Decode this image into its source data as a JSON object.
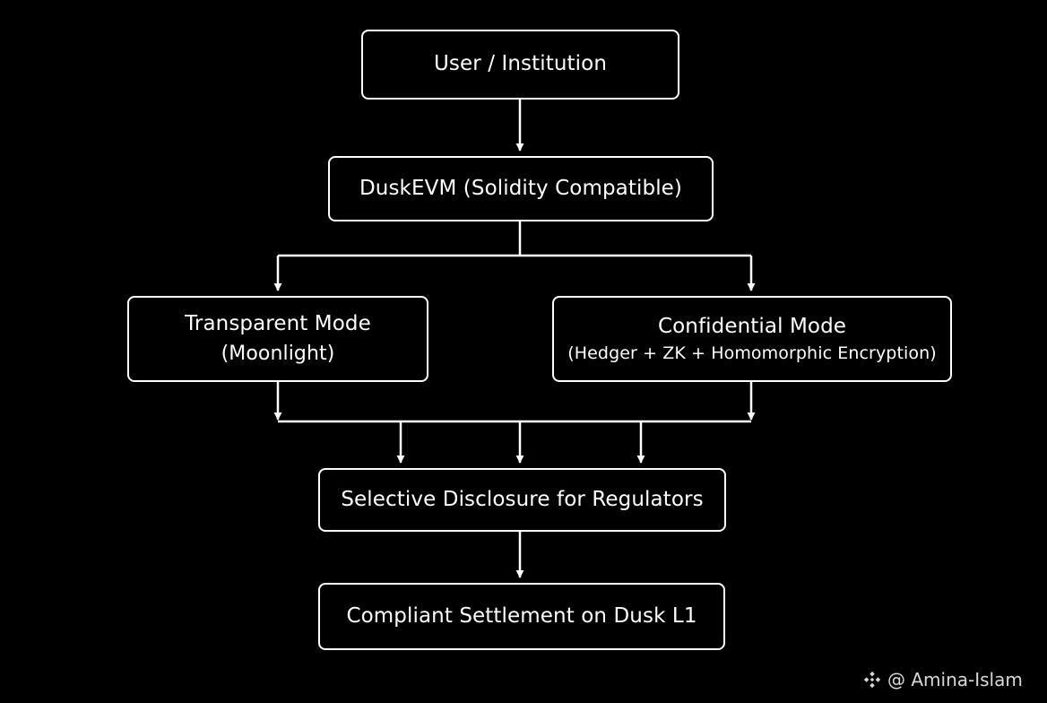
{
  "diagram": {
    "nodes": {
      "user": {
        "lines": [
          "User / Institution"
        ]
      },
      "evm": {
        "lines": [
          "DuskEVM (Solidity Compatible)"
        ]
      },
      "transparent": {
        "lines": [
          "Transparent Mode",
          "(Moonlight)"
        ]
      },
      "confidential": {
        "lines": [
          "Confidential Mode",
          "(Hedger + ZK + Homomorphic Encryption)"
        ]
      },
      "selective": {
        "lines": [
          "Selective Disclosure for Regulators"
        ]
      },
      "settlement": {
        "lines": [
          "Compliant Settlement on Dusk L1"
        ]
      }
    },
    "edges": [
      {
        "from": "user",
        "to": "evm"
      },
      {
        "from": "evm",
        "to": "transparent"
      },
      {
        "from": "evm",
        "to": "confidential"
      },
      {
        "from": "transparent",
        "to": "selective"
      },
      {
        "from": "confidential",
        "to": "selective"
      },
      {
        "from": "selective",
        "to": "settlement"
      }
    ]
  },
  "watermark": {
    "icon": "binance-logo-icon",
    "text": "@ Amina-Islam"
  },
  "colors": {
    "background": "#000000",
    "stroke": "#ffffff",
    "text": "#ffffff",
    "watermark": "#d8d8d8"
  }
}
